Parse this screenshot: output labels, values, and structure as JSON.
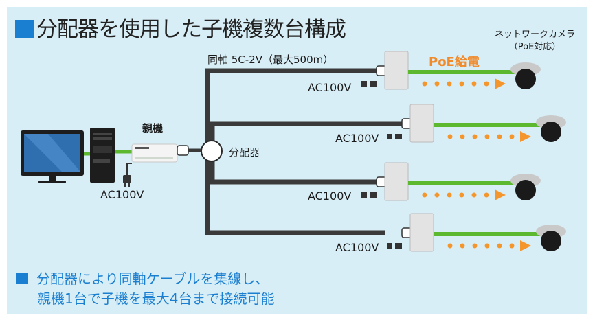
{
  "title": "分配器を使用した子機複数台構成",
  "cable_label": "同軸 5C-2V（最大500m）",
  "poe_label": "PoE給電",
  "camera_label": {
    "line1": "ネットワークカメラ",
    "line2": "（PoE対応）"
  },
  "parent_label": "親機",
  "splitter_label": "分配器",
  "parent_power": "AC100V",
  "branches": [
    {
      "power": "AC100V"
    },
    {
      "power": "AC100V"
    },
    {
      "power": "AC100V"
    },
    {
      "power": "AC100V"
    }
  ],
  "note": {
    "line1": "分配器により同軸ケーブルを集線し、",
    "line2": "親機1台で子機を最大4台まで接続可能"
  },
  "colors": {
    "accent": "#1a7fd0",
    "panel": "#d8eef6",
    "lan": "#5cb82e",
    "poe": "#f5962d",
    "coax": "#3a3a3a"
  }
}
